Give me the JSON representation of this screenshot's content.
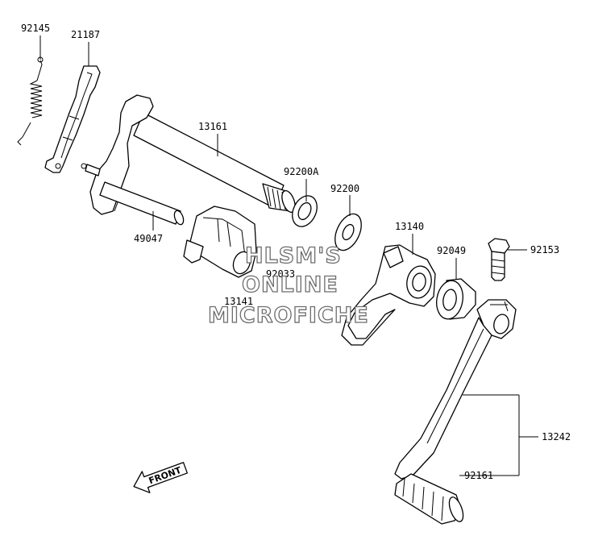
{
  "parts": [
    {
      "id": "p92145",
      "label": "92145"
    },
    {
      "id": "p21187",
      "label": "21187"
    },
    {
      "id": "p13161",
      "label": "13161"
    },
    {
      "id": "p92200A",
      "label": "92200A"
    },
    {
      "id": "p92200",
      "label": "92200"
    },
    {
      "id": "p49047",
      "label": "49047"
    },
    {
      "id": "p13140",
      "label": "13140"
    },
    {
      "id": "p92049",
      "label": "92049"
    },
    {
      "id": "p92153",
      "label": "92153"
    },
    {
      "id": "p92033",
      "label": "92033"
    },
    {
      "id": "p13141",
      "label": "13141"
    },
    {
      "id": "p13242",
      "label": "13242"
    },
    {
      "id": "p92161",
      "label": "92161"
    }
  ],
  "watermark": {
    "line1": "HLSM'S",
    "line2": "ONLINE",
    "line3": "MICROFICHE"
  },
  "direction_label": "FRONT"
}
